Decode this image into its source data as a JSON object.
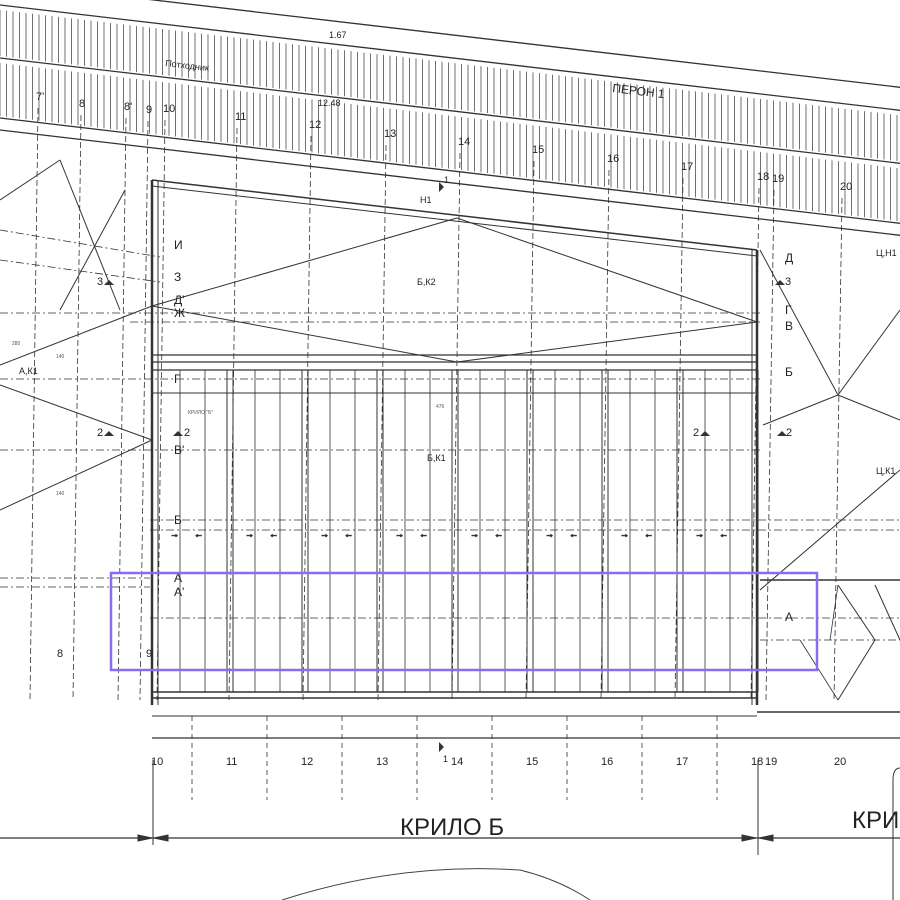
{
  "drawing": {
    "platform_label": "ПЕРОН 1",
    "underpass_label": "Потходник",
    "dim_top": "1.67",
    "dim_second": "12.48",
    "marker_h1": "H1",
    "zones": {
      "bk2": "Б,К2",
      "bk1": "Б,К1",
      "ak1": "А,К1",
      "ck1": "Ц,К1",
      "cn1": "Ц,Н1"
    },
    "wing_small": "КРИЛО \"Б\"",
    "wing_b": "КРИЛО Б",
    "wing_next": "КРИ",
    "section_marks": {
      "one": "1",
      "two": "2",
      "three": "3"
    },
    "dims": {
      "d280": "280",
      "d140": "140",
      "d476": "476"
    }
  },
  "axes_top": [
    "7'",
    "8",
    "8'",
    "9",
    "10",
    "11",
    "12",
    "13",
    "14",
    "15",
    "16",
    "17",
    "18",
    "19",
    "20"
  ],
  "axes_bottom": [
    "8",
    "9",
    "10",
    "11",
    "12",
    "13",
    "14",
    "15",
    "16",
    "17",
    "18",
    "19",
    "20"
  ],
  "rows_left": [
    "И",
    "З",
    "Д'",
    "Ж",
    "Г",
    "В'",
    "Б",
    "А",
    "А'"
  ],
  "rows_right": [
    "Д",
    "Г",
    "В",
    "Б",
    "А"
  ],
  "highlight_color": "#8b6cf0"
}
